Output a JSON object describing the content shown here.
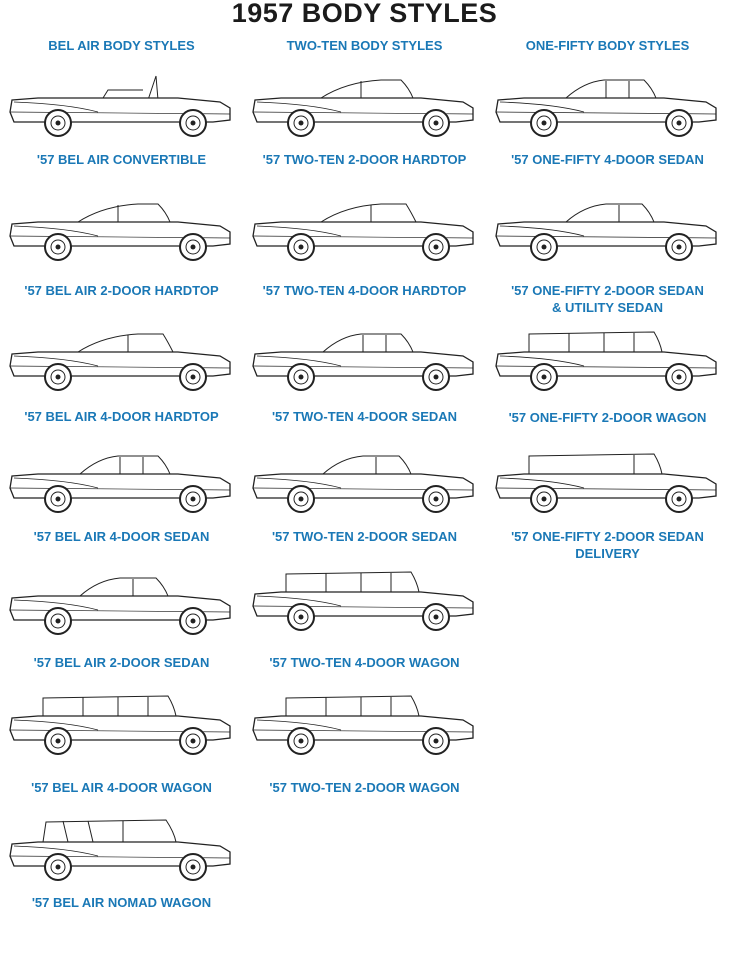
{
  "title": "1957 BODY STYLES",
  "columns": [
    {
      "heading": "BEL AIR BODY STYLES",
      "cars": [
        {
          "label": "'57 BEL AIR CONVERTIBLE",
          "roof": "convertible"
        },
        {
          "label": "'57 BEL AIR 2-DOOR HARDTOP",
          "roof": "hardtop2"
        },
        {
          "label": "'57 BEL AIR 4-DOOR HARDTOP",
          "roof": "hardtop4"
        },
        {
          "label": "'57 BEL AIR 4-DOOR SEDAN",
          "roof": "sedan4"
        },
        {
          "label": "'57 BEL AIR 2-DOOR SEDAN",
          "roof": "sedan2"
        },
        {
          "label": "'57 BEL AIR 4-DOOR WAGON",
          "roof": "wagon"
        },
        {
          "label": "'57 BEL AIR NOMAD WAGON",
          "roof": "nomad"
        }
      ]
    },
    {
      "heading": "TWO-TEN BODY STYLES",
      "cars": [
        {
          "label": "'57 TWO-TEN 2-DOOR HARDTOP",
          "roof": "hardtop2"
        },
        {
          "label": "'57 TWO-TEN 4-DOOR HARDTOP",
          "roof": "hardtop4"
        },
        {
          "label": "'57 TWO-TEN 4-DOOR SEDAN",
          "roof": "sedan4"
        },
        {
          "label": "'57 TWO-TEN 2-DOOR SEDAN",
          "roof": "sedan2"
        },
        {
          "label": "'57 TWO-TEN 4-DOOR WAGON",
          "roof": "wagon"
        },
        {
          "label": "'57 TWO-TEN 2-DOOR WAGON",
          "roof": "wagon2"
        }
      ]
    },
    {
      "heading": "ONE-FIFTY BODY STYLES",
      "cars": [
        {
          "label": "'57 ONE-FIFTY 4-DOOR SEDAN",
          "roof": "sedan4"
        },
        {
          "label": "'57 ONE-FIFTY 2-DOOR SEDAN & UTILITY SEDAN",
          "roof": "sedan2"
        },
        {
          "label": "'57 ONE-FIFTY 2-DOOR WAGON",
          "roof": "wagon2"
        },
        {
          "label": "'57 ONE-FIFTY 2-DOOR SEDAN DELIVERY",
          "roof": "delivery"
        }
      ]
    }
  ]
}
